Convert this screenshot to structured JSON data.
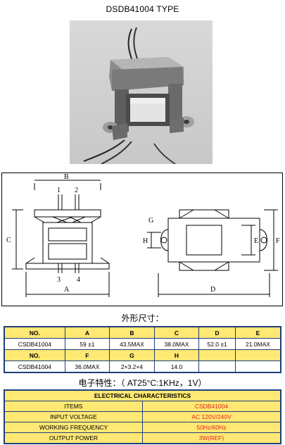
{
  "title": "DSDB41004 TYPE",
  "drawing": {
    "front_labels": [
      "B",
      "1",
      "2",
      "C",
      "3",
      "4",
      "A"
    ],
    "side_labels": [
      "G",
      "H",
      "E",
      "F",
      "D"
    ]
  },
  "dimensions": {
    "caption": "外形尺寸：",
    "row1_headers": [
      "NO.",
      "A",
      "B",
      "C",
      "D",
      "E"
    ],
    "row1_values": [
      "CSDB41004",
      "59 ±1",
      "43.5MAX",
      "38.0MAX",
      "52.0 ±1",
      "21.0MAX"
    ],
    "row2_headers": [
      "NO.",
      "F",
      "G",
      "H",
      "",
      ""
    ],
    "row2_values": [
      "CSDB41004",
      "36.0MAX",
      "2×3.2×4",
      "14.0",
      "",
      ""
    ]
  },
  "electrical": {
    "caption": "电子特性：（ AT25°C:1KHz，1V）",
    "table_title": "ELECTRICAL CHARACTERISTICS",
    "rows": [
      {
        "label": "ITEMS",
        "value": "CSDB41004"
      },
      {
        "label": "INPUT VOLTAGE",
        "value": "AC  120V/240V"
      },
      {
        "label": "WORKING  FREQUENCY",
        "value": "50Hz/60Hz"
      },
      {
        "label": "OUTPUT POWER",
        "value": "3W(REF)"
      }
    ]
  }
}
